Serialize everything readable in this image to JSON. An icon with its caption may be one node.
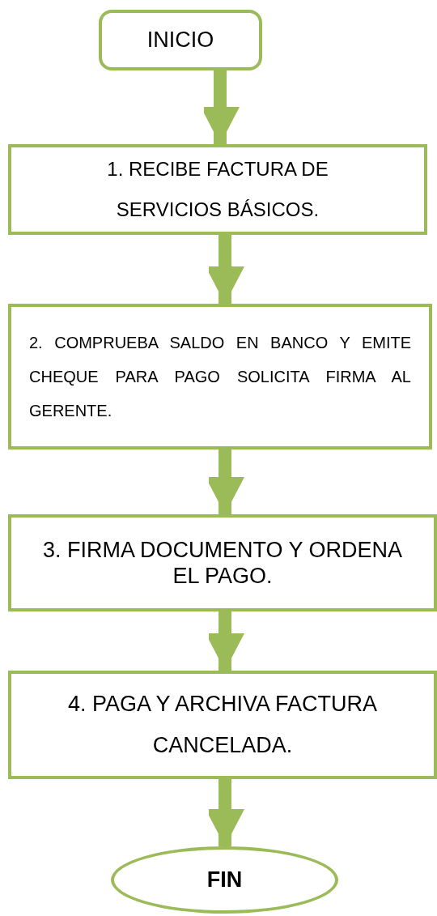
{
  "diagram": {
    "nodes": [
      {
        "text": [
          "INICIO"
        ]
      },
      {
        "text": [
          "1. RECIBE FACTURA DE SERVICIOS BÁSICOS."
        ]
      },
      {
        "text": [
          "2. COMPRUEBA SALDO EN BANCO Y EMITE CHEQUE PARA PAGO SOLICITA FIRMA AL GERENTE."
        ]
      },
      {
        "text": [
          "3. FIRMA DOCUMENTO Y ORDENA EL PAGO."
        ]
      },
      {
        "text": [
          "4. PAGA Y ARCHIVA FACTURA CANCELADA."
        ]
      },
      {
        "text": [
          "FIN"
        ]
      }
    ],
    "edges": [
      {
        "from": 0,
        "to": 1,
        "arrow": "to"
      },
      {
        "from": 1,
        "to": 2,
        "arrow": "to"
      },
      {
        "from": 2,
        "to": 3,
        "arrow": "to"
      },
      {
        "from": 3,
        "to": 4,
        "arrow": "to"
      },
      {
        "from": 4,
        "to": 5,
        "arrow": "to"
      }
    ]
  }
}
